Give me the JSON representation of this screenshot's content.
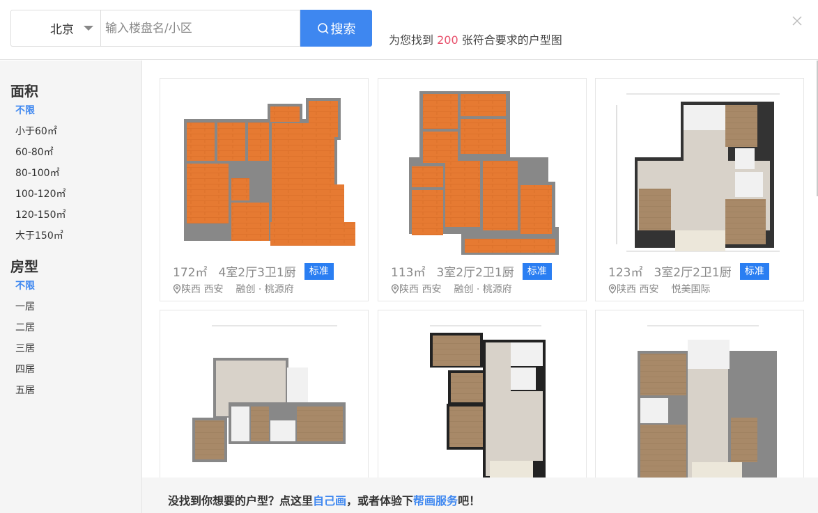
{
  "header": {
    "city": "北京",
    "search_placeholder": "输入楼盘名/小区",
    "search_button": "搜索",
    "result_prefix": "为您找到 ",
    "result_count": "200",
    "result_suffix": " 张符合要求的户型图",
    "close_icon": "close-icon"
  },
  "sidebar": {
    "area": {
      "title": "面积",
      "items": [
        "不限",
        "小于60㎡",
        "60-80㎡",
        "80-100㎡",
        "100-120㎡",
        "120-150㎡",
        "大于150㎡"
      ],
      "active_index": 0
    },
    "layout": {
      "title": "房型",
      "items": [
        "不限",
        "一居",
        "二居",
        "三居",
        "四居",
        "五居"
      ],
      "active_index": 0
    }
  },
  "cards": [
    {
      "area": "172㎡",
      "rooms": "4室2厅3卫1厨",
      "badge": "标准",
      "location": "陕西 西安",
      "estate": "融创 · 桃源府",
      "style": "orange"
    },
    {
      "area": "113㎡",
      "rooms": "3室2厅2卫1厨",
      "badge": "标准",
      "location": "陕西 西安",
      "estate": "融创 · 桃源府",
      "style": "orange"
    },
    {
      "area": "123㎡",
      "rooms": "3室2厅2卫1厨",
      "badge": "标准",
      "location": "陕西 西安",
      "estate": "悦美国际",
      "style": "wood"
    },
    {
      "style": "wood"
    },
    {
      "style": "wood"
    },
    {
      "style": "wood"
    }
  ],
  "footer": {
    "text1": "没找到你想要的户型？点这里",
    "link1": "自己画",
    "text2": "，或者体验下",
    "link2": "帮画服务",
    "text3": "吧！"
  },
  "colors": {
    "accent": "#3e87f0",
    "badge": "#2a7ef2",
    "count": "#e8516c",
    "sidebar_bg": "#f5f5f5"
  }
}
